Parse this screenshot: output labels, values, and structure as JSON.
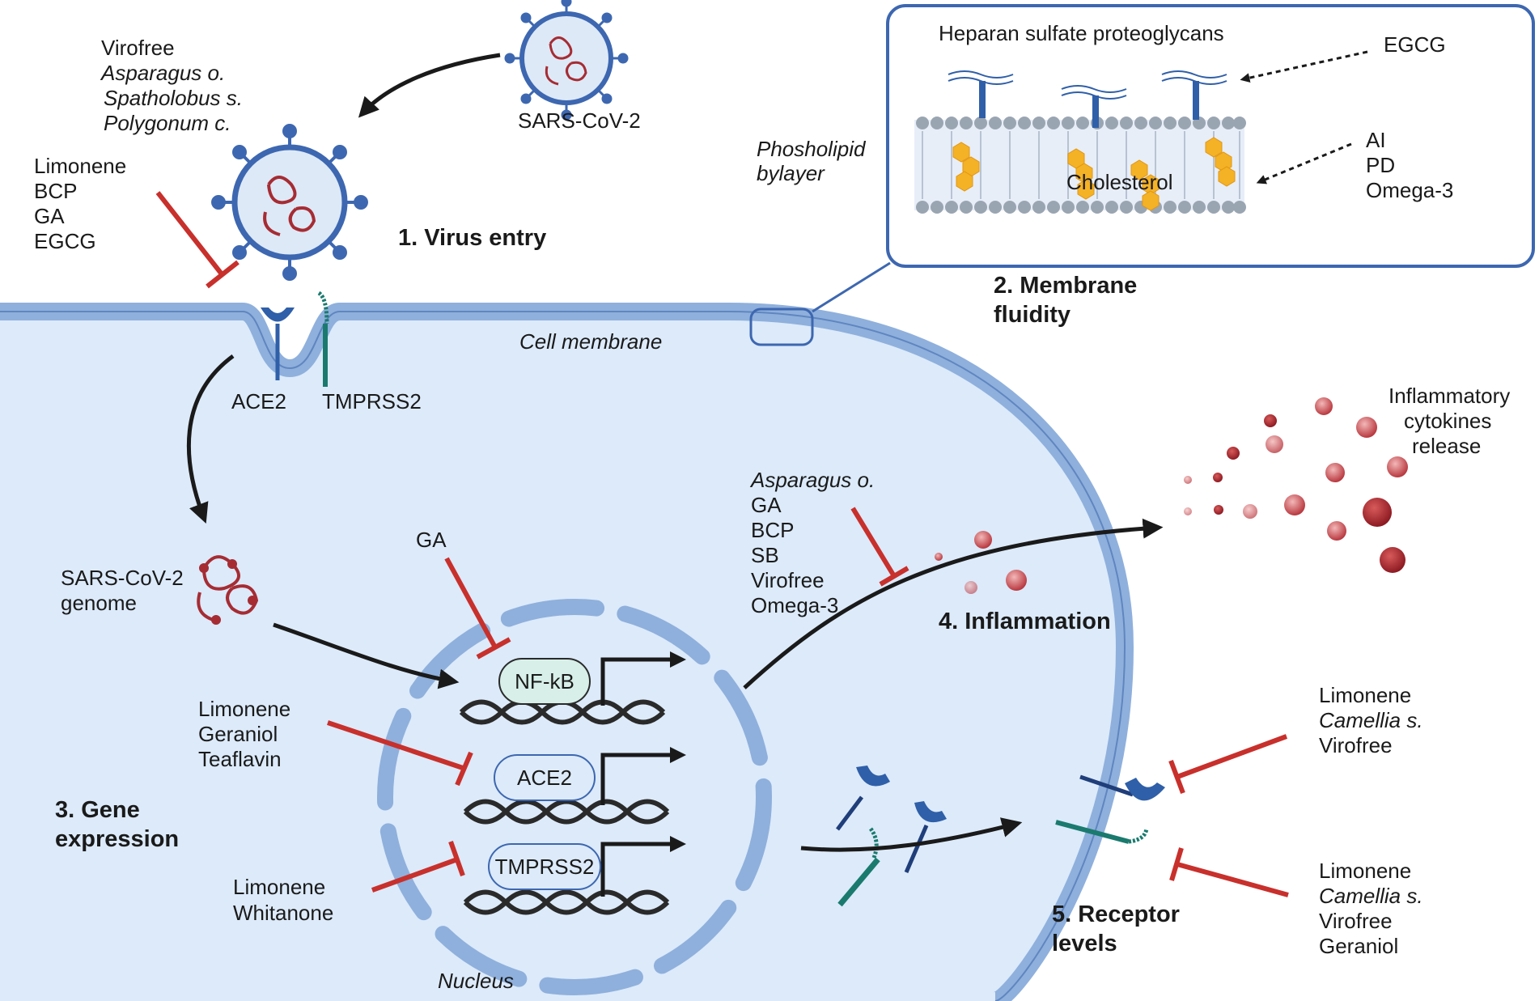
{
  "virus": {
    "name": "SARS-CoV-2",
    "entry_blockers": [
      "Virofree",
      "Asparagus o.",
      "Spatholobus s.",
      "Polygonum c."
    ],
    "receptor_inhibitors": [
      "Limonene",
      "BCP",
      "GA",
      "EGCG"
    ]
  },
  "steps": {
    "virus_entry": "1.  Virus entry",
    "membrane_fluidity_1": "2. Membrane",
    "membrane_fluidity_2": "fluidity",
    "gene_expression_1": "3. Gene",
    "gene_expression_2": "expression",
    "inflammation": "4. Inflammation",
    "receptor_levels_1": "5. Receptor",
    "receptor_levels_2": "levels"
  },
  "cell": {
    "membrane_label": "Cell membrane",
    "nucleus_label": "Nucleus",
    "ace2": "ACE2",
    "tmprss2": "TMPRSS2",
    "genome_line1": "SARS-CoV-2",
    "genome_line2": "genome"
  },
  "inset": {
    "hspg": "Heparan sulfate proteoglycans",
    "phospholipid_1": "Phosholipid",
    "phospholipid_2": "bylayer",
    "cholesterol": "Cholesterol",
    "egcg": "EGCG",
    "fluidity_agents": [
      "AI",
      "PD",
      "Omega-3"
    ]
  },
  "genes": {
    "nfkb": "NF-kB",
    "ace2": "ACE2",
    "tmprss2": "TMPRSS2",
    "nfkb_inhibitor": "GA",
    "ace2_inhibitors": [
      "Limonene",
      "Geraniol",
      "Teaflavin"
    ],
    "tmprss2_inhibitors": [
      "Limonene",
      "Whitanone"
    ]
  },
  "inflammation": {
    "inhibitors": [
      "Asparagus o.",
      "GA",
      "BCP",
      "SB",
      "Virofree",
      "Omega-3"
    ],
    "cytokines_1": "Inflammatory",
    "cytokines_2": "cytokines",
    "cytokines_3": "release"
  },
  "receptors": {
    "ace2_inhibitors": [
      "Limonene",
      "Camellia s.",
      "Virofree"
    ],
    "tmprss2_inhibitors": [
      "Limonene",
      "Camellia s.",
      "Virofree",
      "Geraniol"
    ]
  },
  "colors": {
    "cell_fill": "#dceafa",
    "membrane": "#8fb0dc",
    "inhibitor": "#c8302c",
    "ace2_receptor": "#2f5fa8",
    "tmprss2_receptor": "#1a7a6e",
    "virus_rna": "#a62c33"
  }
}
